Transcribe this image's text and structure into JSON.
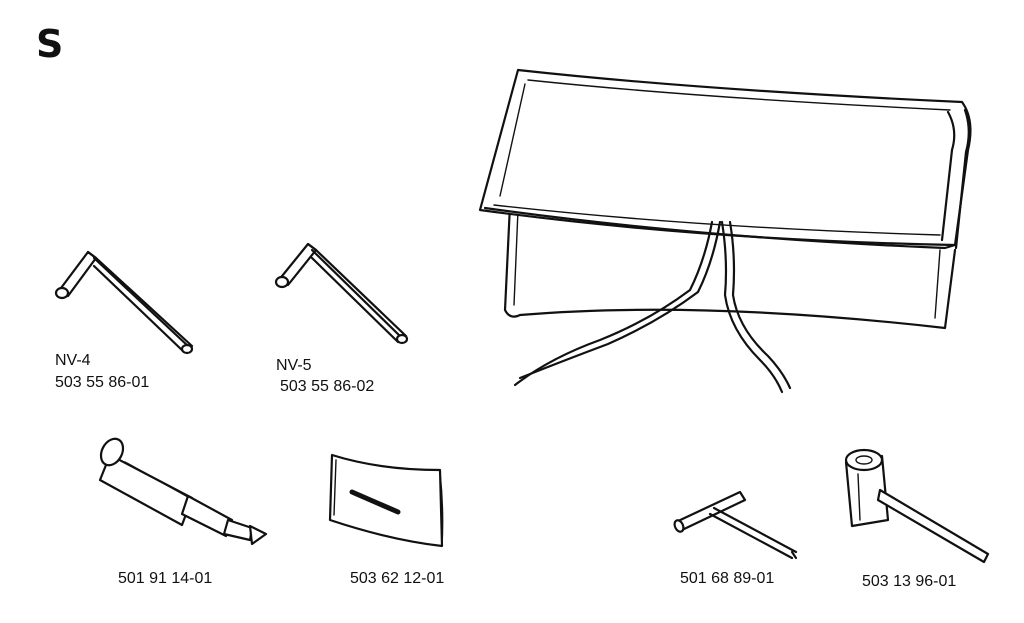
{
  "section": {
    "letter": "S"
  },
  "parts": [
    {
      "code": "NV-4",
      "part_number": "503 55 86-01",
      "icon": "hex-key-icon"
    },
    {
      "code": "NV-5",
      "part_number": "503 55 86-02",
      "icon": "hex-key-icon"
    },
    {
      "code": "",
      "part_number": "",
      "icon": "tool-bag-icon"
    },
    {
      "code": "",
      "part_number": "501 91 14-01",
      "icon": "grease-gun-icon"
    },
    {
      "code": "",
      "part_number": "503 62 12-01",
      "icon": "tool-pouch-icon"
    },
    {
      "code": "",
      "part_number": "501 68 89-01",
      "icon": "t-wrench-icon"
    },
    {
      "code": "",
      "part_number": "503 13 96-01",
      "icon": "combination-spanner-icon"
    }
  ]
}
